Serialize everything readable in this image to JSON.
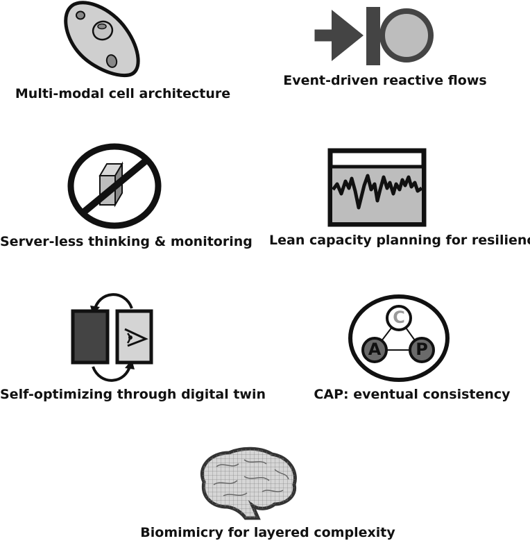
{
  "items": [
    {
      "label": "Multi-modal cell architecture",
      "icon": "cell-icon"
    },
    {
      "label": "Event-driven reactive flows",
      "icon": "flow-valve-icon"
    },
    {
      "label": "Server-less thinking & monitoring",
      "icon": "no-server-icon"
    },
    {
      "label": "Lean capacity planning for resilience",
      "icon": "capacity-chart-icon"
    },
    {
      "label": "Self-optimizing through digital twin",
      "icon": "digital-twin-icon"
    },
    {
      "label": "CAP: eventual consistency",
      "icon": "cap-triangle-icon"
    },
    {
      "label": "Biomimicry for layered complexity",
      "icon": "brain-icon"
    }
  ],
  "cap": {
    "c": "C",
    "a": "A",
    "p": "P"
  },
  "colors": {
    "outline": "#111111",
    "fill_light": "#cfcfcf",
    "fill_dark": "#444444",
    "fill_mid": "#9a9a9a"
  }
}
